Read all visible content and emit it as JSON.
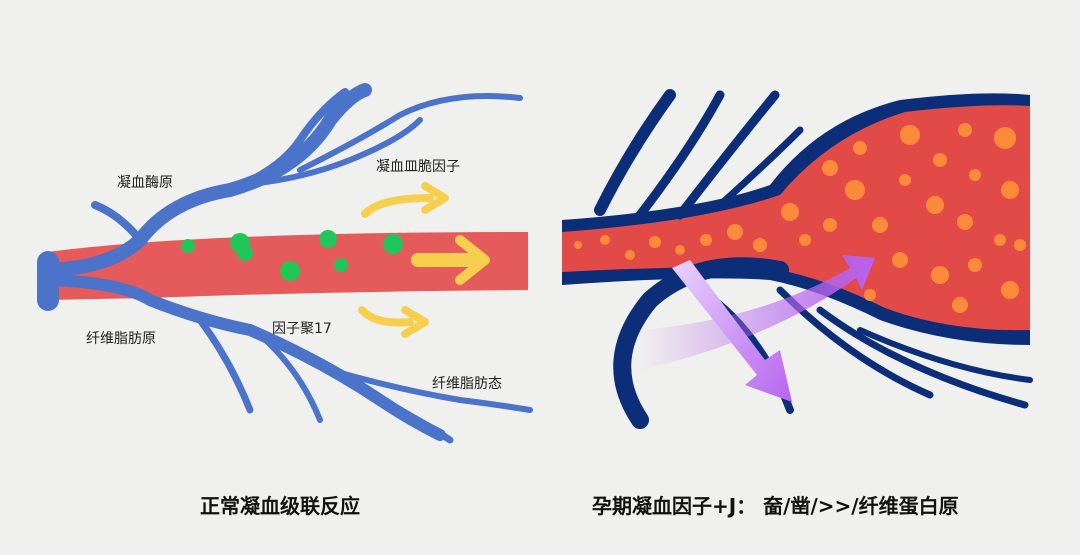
{
  "left_panel": {
    "labels": {
      "top_left": "凝血酶原",
      "top_right": "凝血皿脆因子",
      "bottom_left": "纤维脂肪原",
      "middle": "因子聚17",
      "bottom_right": "纤维脂肪态"
    },
    "caption": "正常凝血级联反应"
  },
  "right_panel": {
    "caption": "孕期凝血因子+J： 奤/凿/>>/纤维蛋白原"
  },
  "colors": {
    "background": "#f0f0ee",
    "vein_blue": "#4a73c9",
    "vessel_red": "#e55a5a",
    "particle_green": "#1fc65a",
    "arrow_yellow": "#f7cf4e",
    "navy": "#0c2d78",
    "particle_orange": "#fb8a3a",
    "arrow_purple": "#b664f0"
  }
}
